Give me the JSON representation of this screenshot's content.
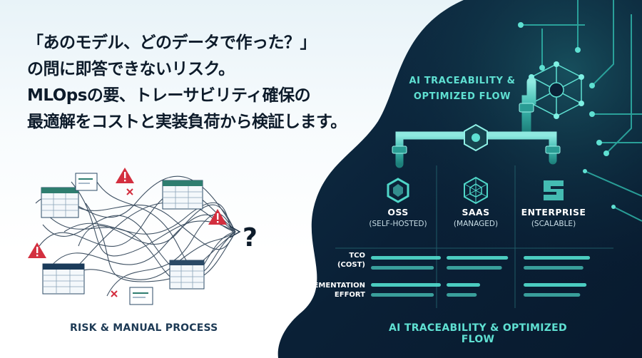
{
  "headline": {
    "line1": "「あのモデル、どのデータで作った？」",
    "line2": "の問に即答できないリスク。",
    "line3": "MLOpsの要、トレーサビリティ確保の",
    "line4": "最適解をコストと実装負荷から検証します。"
  },
  "left_panel": {
    "caption": "RISK & MANUAL PROCESS",
    "question_mark": "?",
    "icons": [
      "spreadsheet-icon",
      "warning-icon",
      "document-icon",
      "x-mark-icon",
      "question-icon"
    ]
  },
  "right_panel": {
    "flow_title_line1": "AI TRACEABILITY &",
    "flow_title_line2": "OPTIMIZED FLOW",
    "columns": [
      {
        "name": "OSS",
        "sub": "(SELF-HOSTED)",
        "icon": "oss-hexagon-icon"
      },
      {
        "name": "SAAS",
        "sub": "(MANAGED)",
        "icon": "saas-cube-icon"
      },
      {
        "name": "ENTERPRISE",
        "sub": "(SCALABLE)",
        "icon": "enterprise-s-icon"
      }
    ],
    "metrics": [
      {
        "label_line1": "TCO",
        "label_line2": "(COST)"
      },
      {
        "label_line1": "IMPLEMENTATION",
        "label_line2": "EFFORT"
      }
    ],
    "bars": {
      "tco": [
        1.0,
        0.88,
        0.95
      ],
      "effort": [
        1.0,
        0.48,
        0.9
      ]
    },
    "bottom_title": "AI TRACEABILITY & OPTIMIZED FLOW"
  },
  "colors": {
    "dark_bg": "#0b2038",
    "accent_teal": "#4fd6c8",
    "headline_text": "#0d1b2a",
    "warning_red": "#d32f3f"
  }
}
